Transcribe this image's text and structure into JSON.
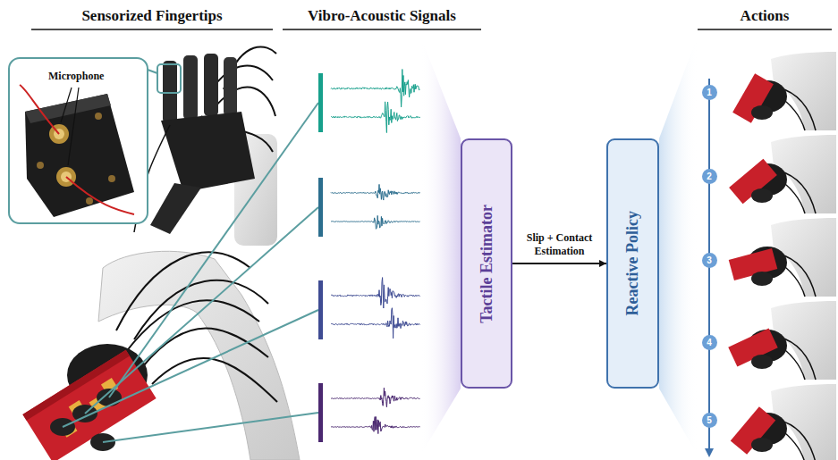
{
  "diagram": {
    "nodes": [
      {
        "text": [
          "Tactile Estimator"
        ]
      },
      {
        "text": [
          "Reactive Policy"
        ]
      }
    ],
    "edges": [
      {
        "from": 0,
        "to": 1,
        "label": "Slip + Contact Estimation",
        "arrow": "to"
      }
    ],
    "labels": [
      "Sensorized Fingertips",
      "Vibro-Acoustic Signals",
      "Actions",
      "Microphone",
      "1",
      "2",
      "3",
      "4",
      "5"
    ]
  }
}
